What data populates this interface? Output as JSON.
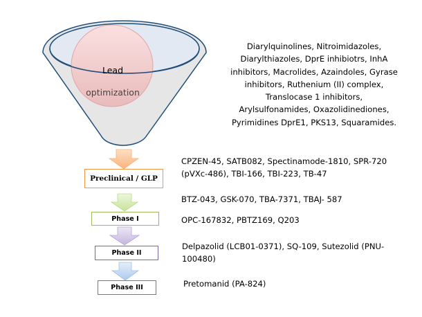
{
  "funnel": {
    "label_line1": "Lead",
    "label_line2": "optimization",
    "colors": {
      "funnel_fill": "#e6e6e6",
      "funnel_rim_fill": "#e3e9f3",
      "funnel_outline": "#1f4e79",
      "circle_fill": "#f7c8c8",
      "circle_stroke": "#e0a0a0"
    }
  },
  "lead_compounds": "Diarylquinolines, Nitroimidazoles,\nDiarylthiazoles, DprE inhibiotrs, InhA\ninhibitors, Macrolides, Azaindoles, Gyrase\ninhibitors, Ruthenium (II) complex,\nTranslocase 1 inhibitors,\nArylsulfonamides, Oxazolidinediones,\nPyrimidines DprE1, PKS13, Squaramides.",
  "stages": [
    {
      "label": "Preclinical / GLP",
      "color": "#f79646",
      "arrow_color": "#fbbf8a",
      "compounds": "CPZEN-45, SATB082, Spectinamode-1810, SPR-720\n(pVXc-486), TBI-166, TBI-223, TB-47"
    },
    {
      "label": "Phase I",
      "color": "#9bbb59",
      "arrow_color": "#cfe6a8",
      "compounds": "BTZ-043, GSK-070, TBA-7371, TBAJ- 587"
    },
    {
      "label": "Phase II",
      "color": "#8064a2",
      "arrow_color": "#cbbde0",
      "compounds": "OPC-167832, PBTZ169, Q203"
    },
    {
      "label": "Phase III",
      "color": "#4f81bd",
      "arrow_color": "#b9d1f0",
      "compounds": "Delpazolid (LCB01-0371),  SQ-109, Sutezolid (PNU-\n100480)"
    }
  ],
  "approved": {
    "compounds": "Pretomanid (PA-824)"
  }
}
